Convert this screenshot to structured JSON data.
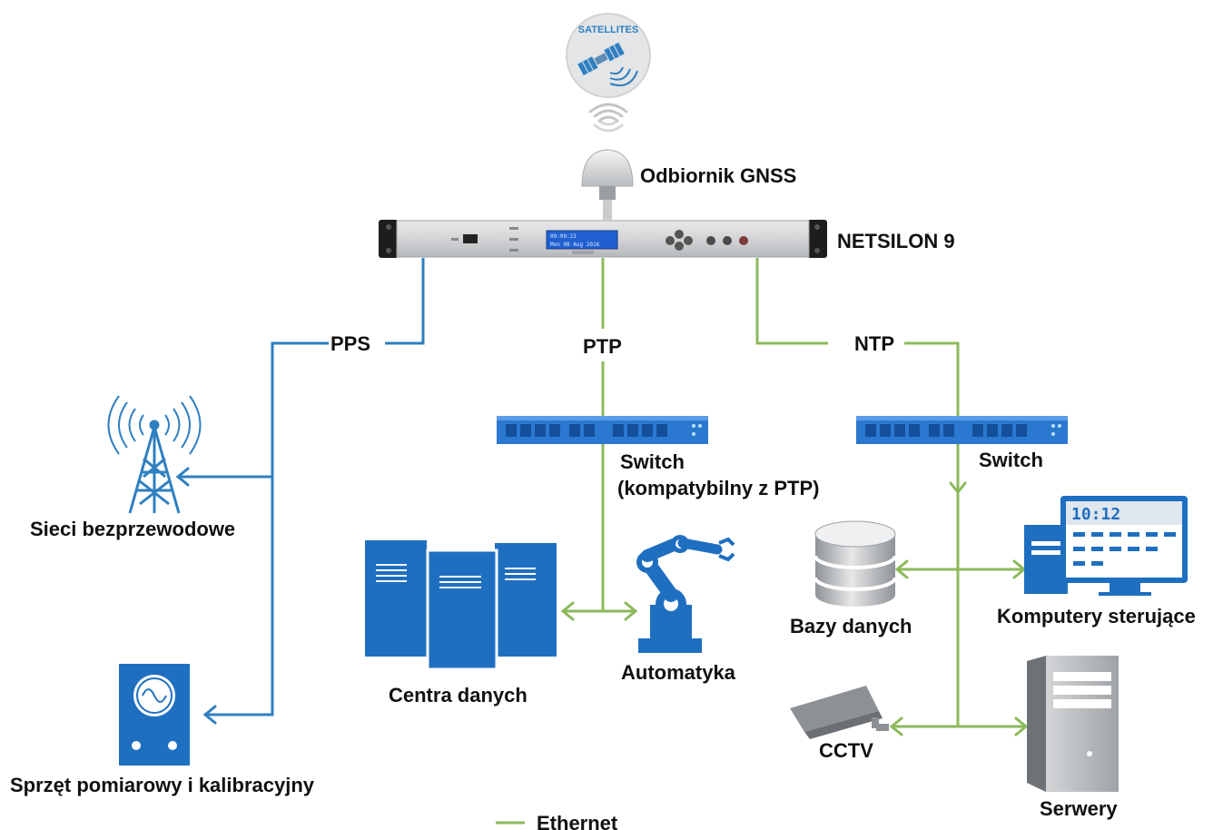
{
  "satellite": {
    "badge_text": "SATELLITES"
  },
  "labels": {
    "gnss_receiver": "Odbiornik GNSS",
    "device_name": "NETSILON 9",
    "pps": "PPS",
    "ptp": "PTP",
    "ntp": "NTP",
    "switch_ptp_line1": "Switch",
    "switch_ptp_line2": "(kompatybilny z PTP)",
    "switch_ntp": "Switch",
    "wireless_networks": "Sieci bezprzewodowe",
    "measurement_equipment": "Sprzęt pomiarowy i kalibracyjny",
    "data_centers": "Centra danych",
    "automation": "Automatyka",
    "databases": "Bazy danych",
    "control_computers": "Komputery sterujące",
    "cctv": "CCTV",
    "servers": "Serwery"
  },
  "monitor": {
    "clock_text": "10:12"
  },
  "device_display": {
    "line1": "09:09:22",
    "line2": "Mon 08 Aug 2016"
  },
  "legend": {
    "ethernet": "Ethernet"
  },
  "colors": {
    "pps_line": "#2f7fc1",
    "ethernet_line": "#8cb95b",
    "device_blue": "#1f6fc0",
    "switch_blue": "#2b78d0",
    "gray_dark": "#7d8288",
    "text": "#111111"
  }
}
